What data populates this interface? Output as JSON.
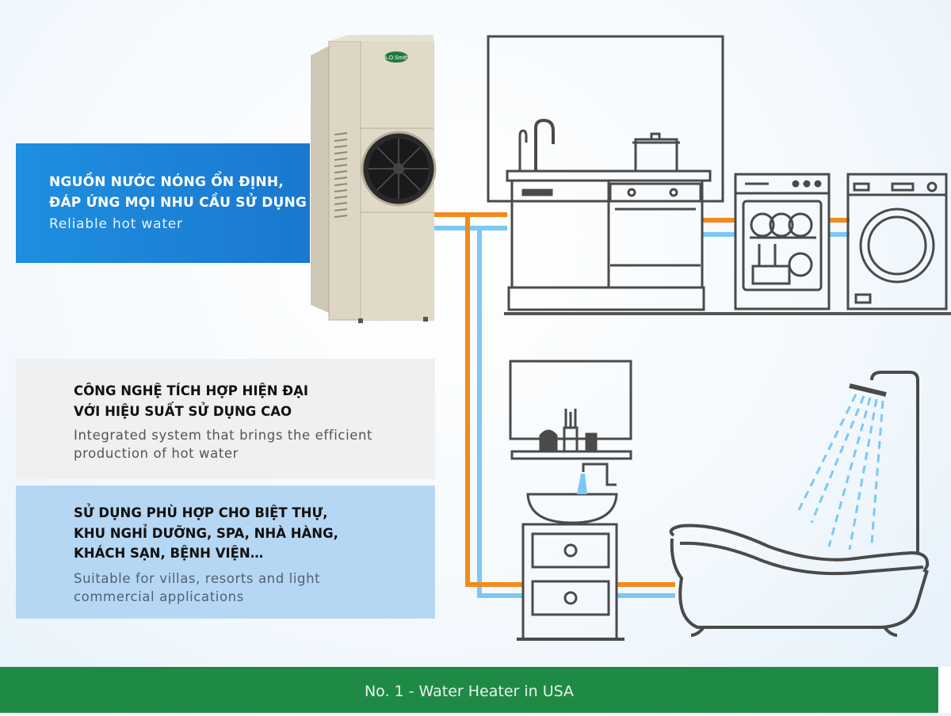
{
  "hero": {
    "title_line1": "NGUỒN NƯỚC NÓNG ỔN ĐỊNH,",
    "title_line2": "ĐÁP ỨNG MỌI NHU CẦU SỬ DỤNG",
    "subtitle": "Reliable hot water"
  },
  "features": [
    {
      "icon": "checkmark-icon",
      "title_lines": [
        "CÔNG NGHỆ TÍCH HỢP HIỆN ĐẠI",
        "VỚI HIỆU SUẤT SỬ DỤNG CAO"
      ],
      "desc_lines": [
        "Integrated system that brings the efficient",
        "production of hot water"
      ]
    },
    {
      "icon": "checkmark-icon",
      "title_lines": [
        "SỬ DỤNG PHÙ HỢP CHO BIỆT THỰ,",
        "KHU NGHỈ DƯỠNG, SPA, NHÀ HÀNG,",
        "KHÁCH SẠN, BỆNH VIỆN…"
      ],
      "desc_lines": [
        "Suitable for villas, resorts and light",
        "commercial applications"
      ]
    }
  ],
  "product": {
    "brand": "A.O.Smith"
  },
  "footer": {
    "text": "No. 1 - Water Heater in USA"
  },
  "colors": {
    "hot_pipe": "#f28a1e",
    "cold_pipe": "#7cc8f5",
    "line_art": "#4a4a4a",
    "hero_blue": "#1a82d6",
    "footer_green": "#1f8a45"
  }
}
